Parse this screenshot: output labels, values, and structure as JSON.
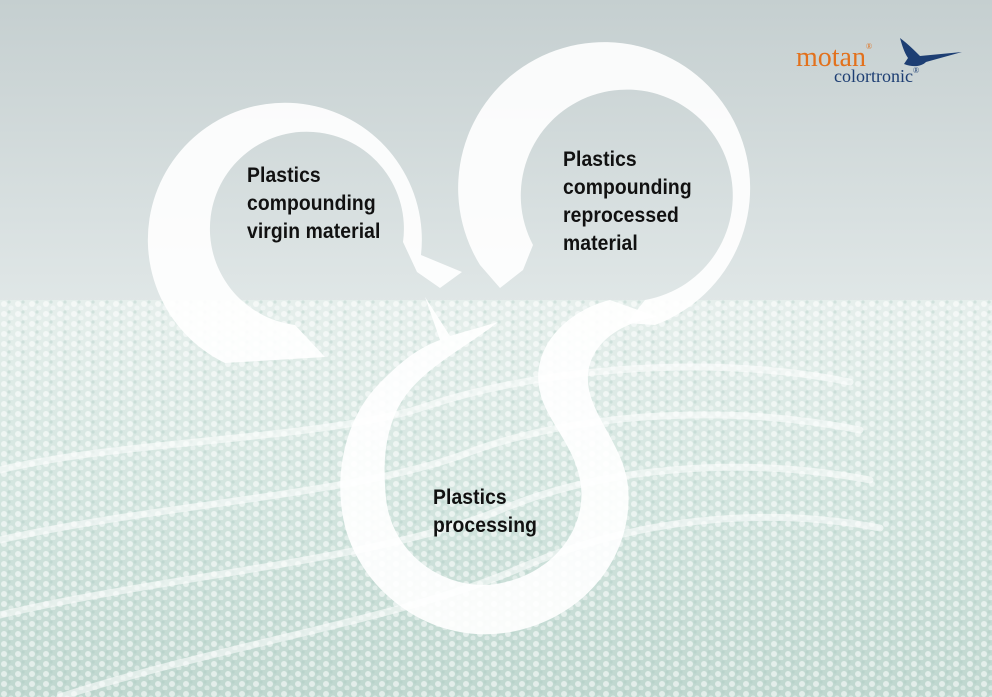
{
  "diagram": {
    "nodes": [
      {
        "id": "virgin",
        "lines": [
          "Plastics",
          "compounding",
          "virgin material"
        ]
      },
      {
        "id": "reprocessed",
        "lines": [
          "Plastics",
          "compounding",
          "reprocessed",
          "material"
        ]
      },
      {
        "id": "processing",
        "lines": [
          "Plastics",
          "processing"
        ]
      }
    ],
    "flows": [
      {
        "from": "virgin",
        "to": "processing"
      },
      {
        "from": "reprocessed",
        "to": "processing"
      },
      {
        "from": "processing",
        "to": "reprocessed"
      }
    ]
  },
  "logo": {
    "brand": "motan",
    "sub_brand": "colortronic",
    "registered_mark": "®",
    "brand_color": "#e2711d",
    "sub_brand_color": "#1d3e73",
    "icon": "swallow-bird-icon"
  },
  "colors": {
    "sky_top": "#c7d1d2",
    "sky_bottom": "#dfe6e6",
    "ground": "#cfe2dc",
    "loop": "#ffffff"
  }
}
